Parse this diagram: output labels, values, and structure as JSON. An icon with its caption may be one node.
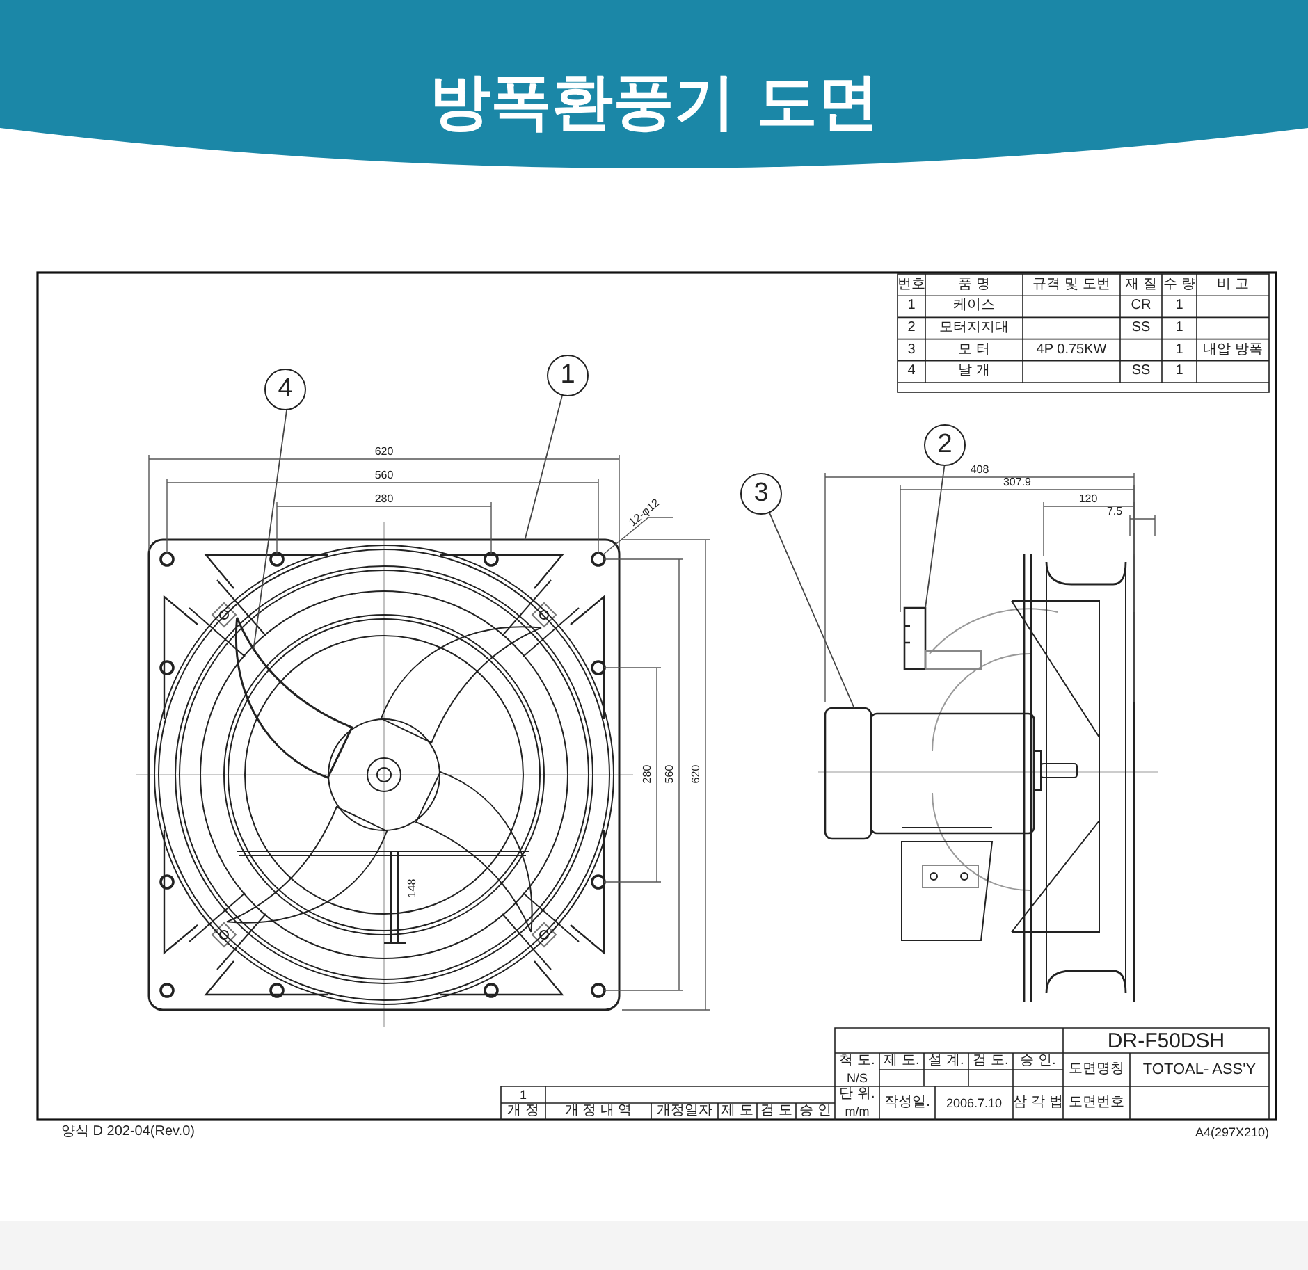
{
  "diagram": {
    "title": "방폭환풍기 도면",
    "nodes": [
      {
        "text": [
          "4"
        ]
      },
      {
        "text": [
          "1"
        ]
      },
      {
        "text": [
          "3"
        ]
      },
      {
        "text": [
          "2"
        ]
      },
      {
        "text": [],
        "shape": "picture"
      },
      {
        "text": [],
        "shape": "picture",
        "in": 4
      },
      {
        "text": [],
        "shape": "box"
      },
      {
        "text": [],
        "shape": "picture"
      }
    ],
    "edges": [
      {
        "from": 0,
        "to": 5,
        "arrow": "none"
      },
      {
        "from": 1,
        "to": 4,
        "arrow": "none"
      },
      {
        "from": 2,
        "to": 6,
        "arrow": "none"
      },
      {
        "from": 3,
        "to": 7,
        "arrow": "none"
      }
    ],
    "labels": [
      "번호",
      "품 명",
      "규격 및 도번",
      "재 질",
      "수 량",
      "비 고",
      "1",
      "케이스",
      "CR",
      "1",
      "2",
      "모터지지대",
      "SS",
      "1",
      "3",
      "모 터",
      "4P 0.75KW",
      "1",
      "내압 방폭",
      "4",
      "날 개",
      "SS",
      "1",
      "620",
      "560",
      "280",
      "12-φ12",
      "408",
      "307.9",
      "120",
      "7.5",
      "280",
      "560",
      "620",
      "148",
      "DR-F50DSH",
      "척 도.",
      "제 도.",
      "설 계.",
      "검 도.",
      "승 인.",
      "도면명칭",
      "TOTOAL- ASS'Y",
      "N/S",
      "1",
      "단 위.",
      "m/m",
      "작성일.",
      "2006.7.10",
      "삼 각 법",
      "도면번호",
      "개 정",
      "개 정 내 역",
      "개정일자",
      "제 도",
      "검 도",
      "승 인",
      "양식 D 202-04(Rev.0)",
      "A4(297X210)"
    ]
  }
}
